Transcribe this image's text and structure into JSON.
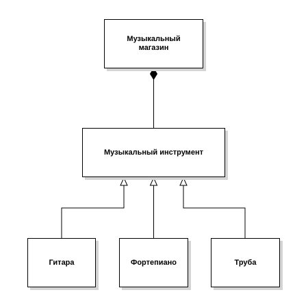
{
  "nodes": {
    "store": "Музыкальный\nмагазин",
    "instrument": "Музыкальный инструмент",
    "guitar": "Гитара",
    "piano": "Фортепиано",
    "trumpet": "Труба"
  },
  "relations": [
    {
      "type": "composition",
      "whole": "store",
      "part": "instrument"
    },
    {
      "type": "generalization",
      "child": "guitar",
      "parent": "instrument"
    },
    {
      "type": "generalization",
      "child": "piano",
      "parent": "instrument"
    },
    {
      "type": "generalization",
      "child": "trumpet",
      "parent": "instrument"
    }
  ],
  "colors": {
    "line": "#000000",
    "box_fill": "#ffffff",
    "shadow": "#d4d4d4"
  }
}
